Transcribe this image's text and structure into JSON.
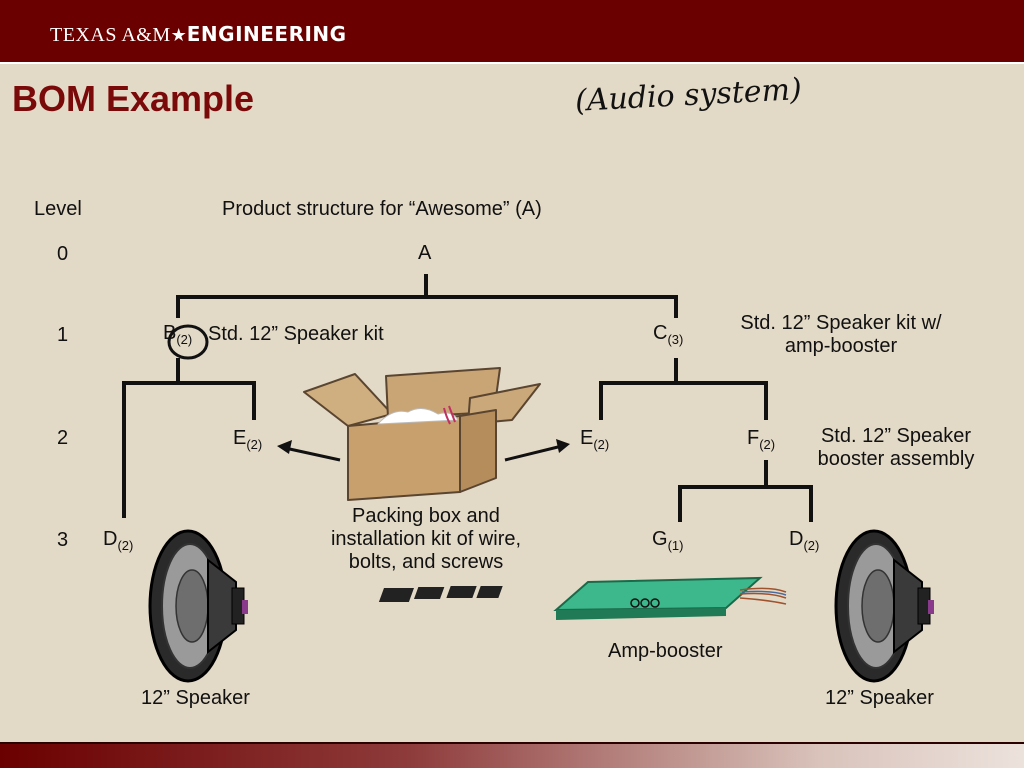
{
  "header": {
    "brand_part1": "TEXAS A&M",
    "brand_star": "★",
    "brand_part2": "ENGINEERING"
  },
  "slide": {
    "title": "BOM Example",
    "handwritten_note": "(Audio system)",
    "level_heading": "Level",
    "structure_heading": "Product structure for “Awesome” (A)",
    "levels": [
      "0",
      "1",
      "2",
      "3"
    ]
  },
  "nodes": {
    "A": {
      "label": "A"
    },
    "B": {
      "label": "B",
      "qty": "(2)",
      "desc": "Std. 12” Speaker kit"
    },
    "C": {
      "label": "C",
      "qty": "(3)",
      "desc": "Std. 12” Speaker kit w/ amp-booster"
    },
    "E_left": {
      "label": "E",
      "qty": "(2)"
    },
    "E_right": {
      "label": "E",
      "qty": "(2)"
    },
    "F": {
      "label": "F",
      "qty": "(2)",
      "desc": "Std. 12” Speaker booster assembly"
    },
    "D_left": {
      "label": "D",
      "qty": "(2)"
    },
    "G": {
      "label": "G",
      "qty": "(1)"
    },
    "D_right": {
      "label": "D",
      "qty": "(2)"
    }
  },
  "captions": {
    "packing_box": "Packing box and installation kit of wire, bolts, and screws",
    "amp_booster": "Amp-booster",
    "speaker_left": "12” Speaker",
    "speaker_right": "12” Speaker"
  },
  "colors": {
    "header": "#6b0000",
    "title": "#7a0a0a",
    "background": "#e3d9c7"
  }
}
